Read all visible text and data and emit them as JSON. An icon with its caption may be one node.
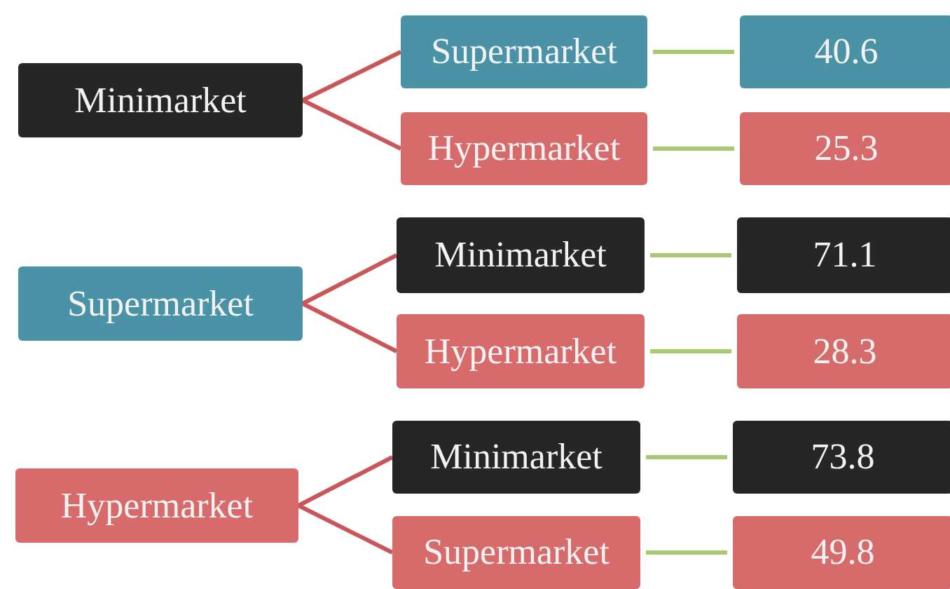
{
  "diagram": {
    "nodes": [
      {
        "text": [
          "Minimarket"
        ]
      },
      {
        "text": [
          "Supermarket"
        ]
      },
      {
        "text": [
          "40.6"
        ]
      },
      {
        "text": [
          "Hypermarket"
        ]
      },
      {
        "text": [
          "25.3"
        ]
      },
      {
        "text": [
          "Supermarket"
        ]
      },
      {
        "text": [
          "Minimarket"
        ]
      },
      {
        "text": [
          "71.1"
        ]
      },
      {
        "text": [
          "Hypermarket"
        ]
      },
      {
        "text": [
          "28.3"
        ]
      },
      {
        "text": [
          "Hypermarket"
        ]
      },
      {
        "text": [
          "Minimarket"
        ]
      },
      {
        "text": [
          "73.8"
        ]
      },
      {
        "text": [
          "Supermarket"
        ]
      },
      {
        "text": [
          "49.8"
        ]
      }
    ],
    "edges": [
      {
        "from": 0,
        "to": 1,
        "arrow": "none"
      },
      {
        "from": 0,
        "to": 3,
        "arrow": "none"
      },
      {
        "from": 1,
        "to": 2,
        "arrow": "none",
        "color": "#a9c971"
      },
      {
        "from": 3,
        "to": 4,
        "arrow": "none",
        "color": "#a9c971"
      },
      {
        "from": 5,
        "to": 6,
        "arrow": "none"
      },
      {
        "from": 5,
        "to": 8,
        "arrow": "none"
      },
      {
        "from": 6,
        "to": 7,
        "arrow": "none",
        "color": "#a9c971"
      },
      {
        "from": 8,
        "to": 9,
        "arrow": "none",
        "color": "#a9c971"
      },
      {
        "from": 10,
        "to": 11,
        "arrow": "none"
      },
      {
        "from": 10,
        "to": 13,
        "arrow": "none"
      },
      {
        "from": 11,
        "to": 12,
        "arrow": "none",
        "color": "#a9c971"
      },
      {
        "from": 13,
        "to": 14,
        "arrow": "none",
        "color": "#a9c971"
      }
    ]
  }
}
